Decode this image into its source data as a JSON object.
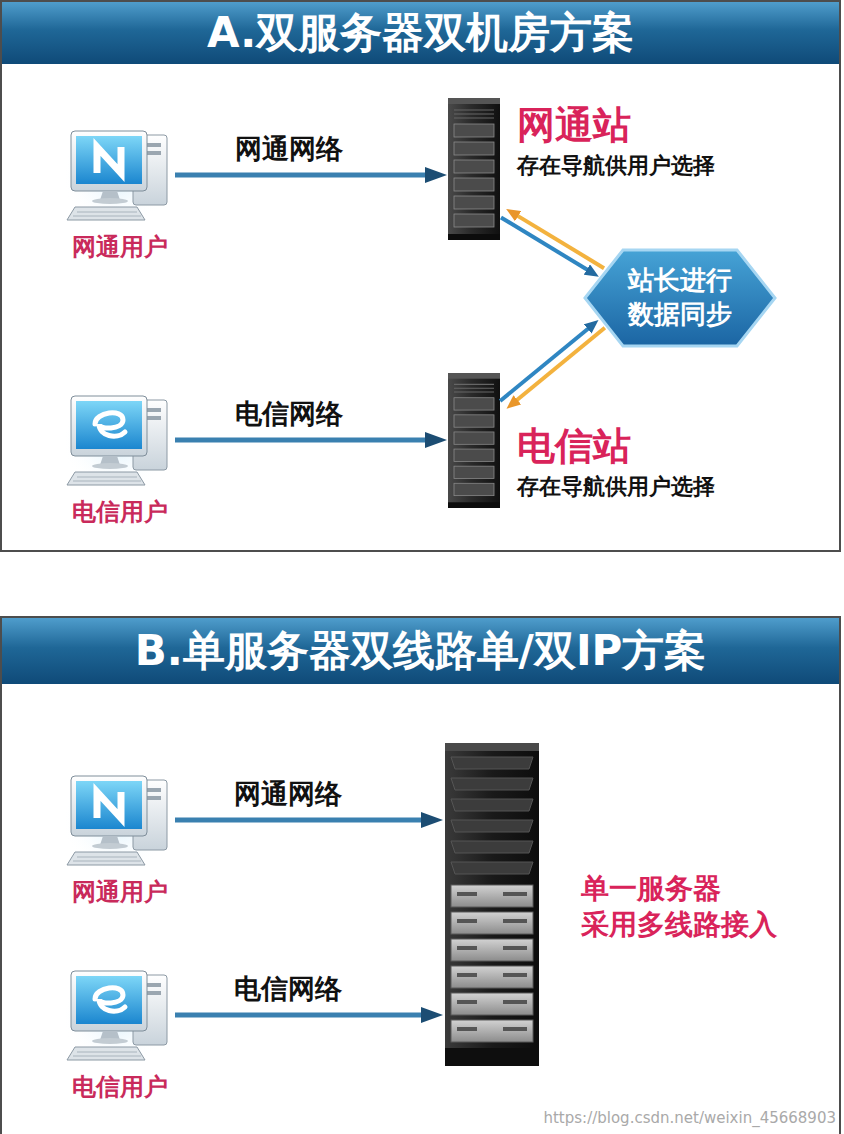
{
  "diagram": {
    "nodes": [
      {
        "text": [
          "A.双服务器双机房方案"
        ]
      },
      {
        "text": [
          "网通用户"
        ],
        "in": 0
      },
      {
        "text": [
          "网通站",
          "存在导航供用户选择"
        ],
        "in": 0
      },
      {
        "text": [
          "站长进行 数据同步"
        ],
        "in": 0
      },
      {
        "text": [
          "电信用户"
        ],
        "in": 0
      },
      {
        "text": [
          "电信站",
          "存在导航供用户选择"
        ],
        "in": 0
      },
      {
        "text": [
          "B.单服务器双线路单/双IP方案"
        ]
      },
      {
        "text": [
          "网通用户"
        ],
        "in": 6
      },
      {
        "text": [
          "单一服务器 采用多线路接入"
        ],
        "in": 6
      },
      {
        "text": [
          "电信用户"
        ],
        "in": 6
      }
    ],
    "edges": [
      {
        "from": 1,
        "to": 2,
        "label": "网通网络",
        "arrow": "to"
      },
      {
        "from": 3,
        "to": 2,
        "arrow": "to"
      },
      {
        "from": 2,
        "to": 3,
        "arrow": "to"
      },
      {
        "from": 5,
        "to": 3,
        "arrow": "to"
      },
      {
        "from": 3,
        "to": 5,
        "arrow": "to"
      },
      {
        "from": 4,
        "to": 5,
        "label": "电信网络",
        "arrow": "to"
      },
      {
        "from": 7,
        "to": 8,
        "label": "网通网络",
        "arrow": "to"
      },
      {
        "from": 9,
        "to": 8,
        "label": "电信网络",
        "arrow": "to"
      }
    ],
    "labels": [
      "https://blog.csdn.net/weixin_45668903"
    ]
  }
}
